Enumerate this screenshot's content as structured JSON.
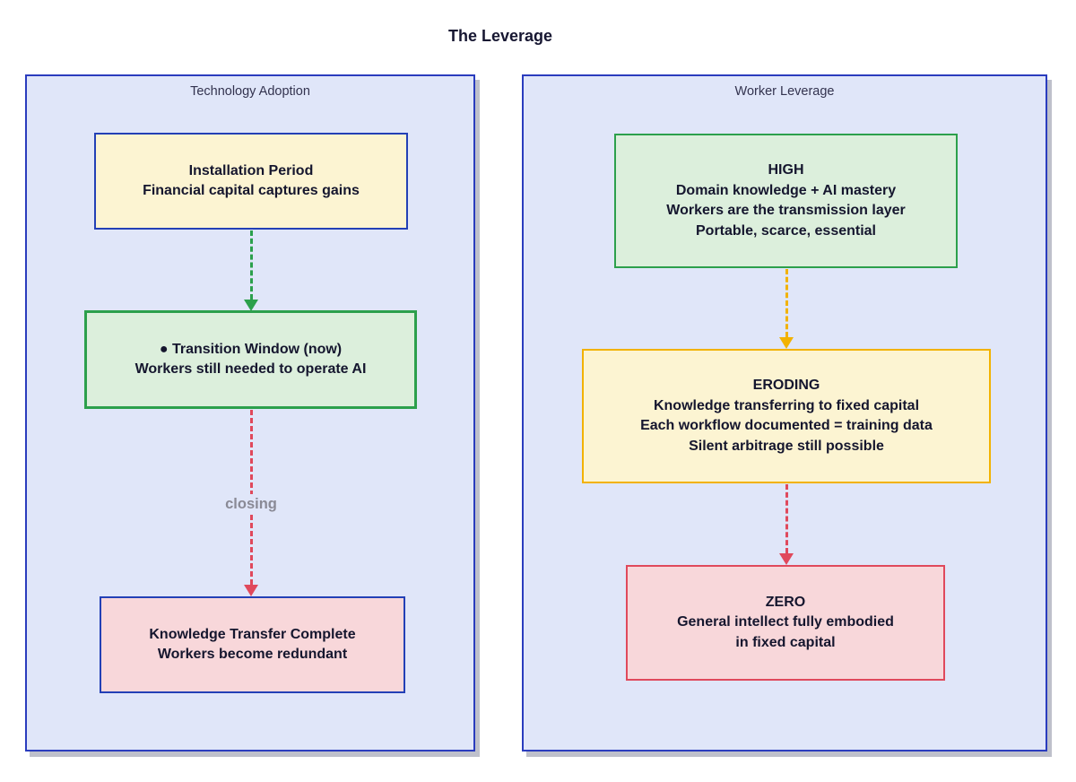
{
  "diagram": {
    "title": "The Leverage",
    "panels": [
      {
        "label": "Technology Adoption",
        "nodes": [
          {
            "id": "installation-period",
            "lines": [
              "Installation Period",
              "Financial capital captures gains"
            ],
            "fill": "#fcf4d2",
            "border": "#2340b6"
          },
          {
            "id": "transition-window",
            "lines": [
              "● Transition Window (now)",
              "Workers still needed to operate AI"
            ],
            "fill": "#dcefdc",
            "border": "#2ca04c"
          },
          {
            "id": "knowledge-transfer-complete",
            "lines": [
              "Knowledge Transfer Complete",
              "Workers become redundant"
            ],
            "fill": "#f8d7da",
            "border": "#2340b6"
          }
        ],
        "edges": [
          {
            "from": "installation-period",
            "to": "transition-window",
            "style": "dashed",
            "color": "#2ca04c",
            "label": ""
          },
          {
            "from": "transition-window",
            "to": "knowledge-transfer-complete",
            "style": "dashed",
            "color": "#e0495c",
            "label": "closing"
          }
        ]
      },
      {
        "label": "Worker Leverage",
        "nodes": [
          {
            "id": "leverage-high",
            "lines": [
              "HIGH",
              "Domain knowledge + AI mastery",
              "Workers are the transmission layer",
              "Portable, scarce, essential"
            ],
            "fill": "#dcefdc",
            "border": "#2ca04c"
          },
          {
            "id": "leverage-eroding",
            "lines": [
              "ERODING",
              "Knowledge transferring to fixed capital",
              "Each workflow documented = training data",
              "Silent arbitrage still possible"
            ],
            "fill": "#fcf4d2",
            "border": "#f2b200"
          },
          {
            "id": "leverage-zero",
            "lines": [
              "ZERO",
              "General intellect fully embodied",
              "in fixed capital"
            ],
            "fill": "#f8d7da",
            "border": "#e0495c"
          }
        ],
        "edges": [
          {
            "from": "leverage-high",
            "to": "leverage-eroding",
            "style": "dashed",
            "color": "#f2b200",
            "label": ""
          },
          {
            "from": "leverage-eroding",
            "to": "leverage-zero",
            "style": "dashed",
            "color": "#e0495c",
            "label": ""
          }
        ]
      }
    ],
    "colors": {
      "page_background": "#ffffff",
      "panel_fill": "#e0e6f9",
      "panel_border": "#2a3cbe",
      "node_cream_fill": "#fcf4d2",
      "node_green_fill": "#dcefdc",
      "node_pink_fill": "#f8d7da",
      "blue_border": "#2340b6",
      "green": "#2ca04c",
      "amber": "#f2b200",
      "red": "#e0495c",
      "text_ink": "#15162e",
      "edge_label_gray": "#8a8a96"
    }
  }
}
